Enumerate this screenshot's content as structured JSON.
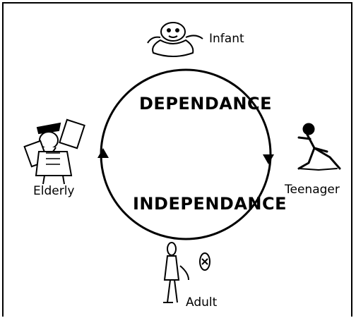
{
  "center": {
    "top_label": "DEPENDANCE",
    "bottom_label": "INDEPENDANCE"
  },
  "stages": {
    "infant": "Infant",
    "teenager": "Teenager",
    "adult": "Adult",
    "elderly": "Elderly"
  }
}
